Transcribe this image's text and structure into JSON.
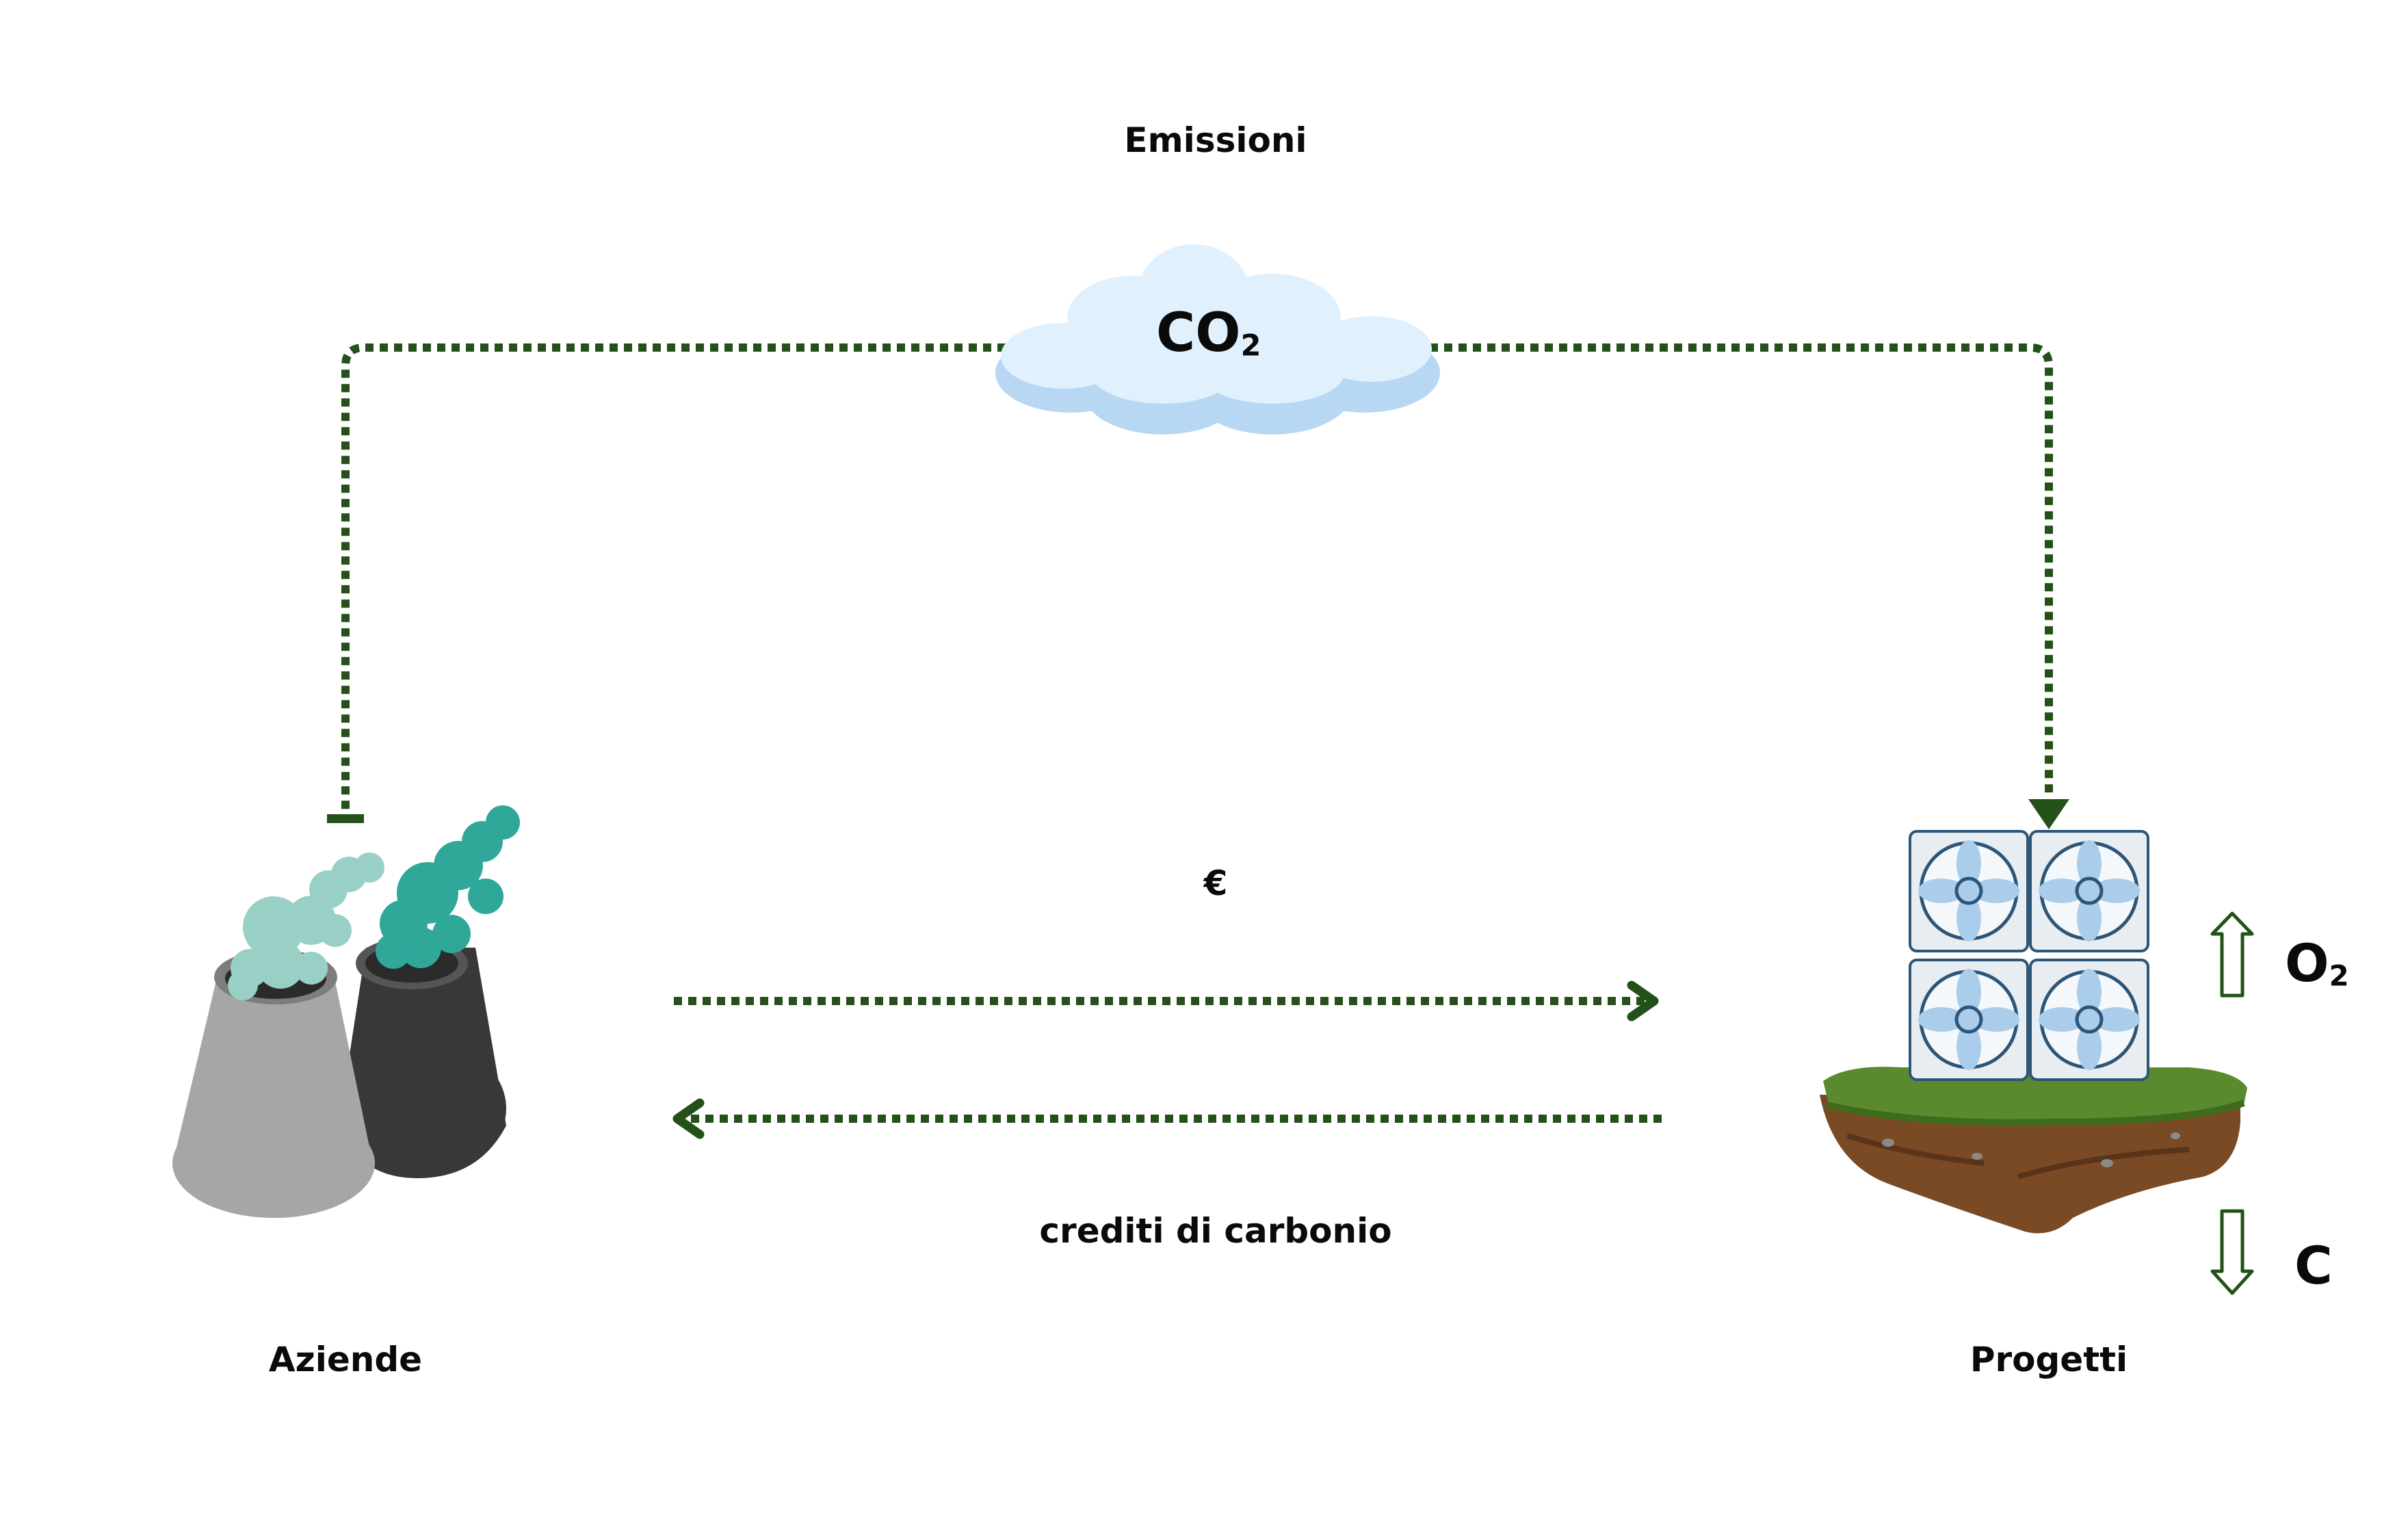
{
  "diagram": {
    "title": "Emissioni",
    "cloud_label": "CO",
    "cloud_label_sub": "2",
    "payment_label": "€",
    "credits_label": "crediti di carbonio",
    "left_label": "Aziende",
    "right_label": "Progetti",
    "up_label": "O",
    "up_label_sub": "2",
    "down_label": "C"
  },
  "colors": {
    "flow_line": "#245019",
    "cloud_light": "#e1f0fd",
    "cloud_shadow": "#b8d7f2",
    "tower_light": "#a6a6a6",
    "tower_dark": "#383838",
    "smoke_light": "#98d0c6",
    "smoke_dark": "#2fa89a",
    "grass": "#5b8a2e",
    "soil": "#7a4a24",
    "fan_frame": "#2c5577",
    "fan_blade": "#a9cdeb"
  },
  "icons": [
    "cooling-towers-icon",
    "cloud-icon",
    "fan-array-icon",
    "floating-island-icon",
    "arrow-up-icon",
    "arrow-down-icon"
  ]
}
